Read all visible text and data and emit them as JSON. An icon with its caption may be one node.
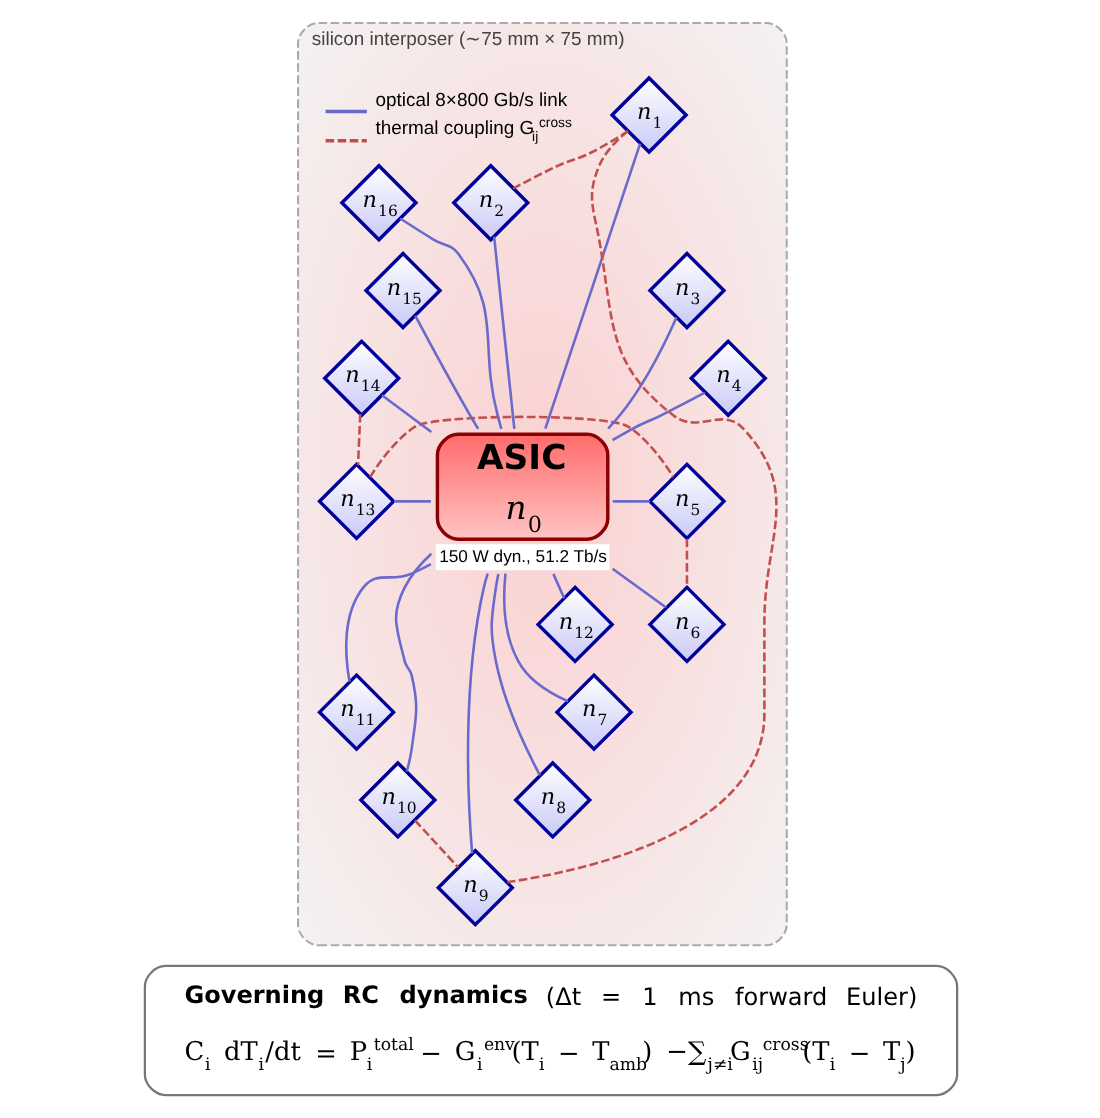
{
  "diagram": {
    "nodes": [
      {
        "text": [
          "silicon interposer (∼75 mm × 75 mm)"
        ]
      },
      {
        "text": [
          "ASIC",
          "n$_{0}$"
        ],
        "beside": [
          "150 W dyn., 51.2 Tb/s"
        ],
        "in": 0
      },
      {
        "text": [
          "n$_{1}$"
        ],
        "in": 0
      },
      {
        "text": [
          "n$_{2}$"
        ],
        "in": 0
      },
      {
        "text": [
          "n$_{3}$"
        ],
        "in": 0
      },
      {
        "text": [
          "n$_{4}$"
        ],
        "in": 0
      },
      {
        "text": [
          "n$_{5}$"
        ],
        "in": 0
      },
      {
        "text": [
          "n$_{6}$"
        ],
        "in": 0
      },
      {
        "text": [
          "n$_{7}$"
        ],
        "in": 0
      },
      {
        "text": [
          "n$_{8}$"
        ],
        "in": 0
      },
      {
        "text": [
          "n$_{9}$"
        ],
        "in": 0
      },
      {
        "text": [
          "n$_{10}$"
        ],
        "in": 0
      },
      {
        "text": [
          "n$_{11}$"
        ],
        "in": 0
      },
      {
        "text": [
          "n$_{12}$"
        ],
        "in": 0
      },
      {
        "text": [
          "n$_{13}$"
        ],
        "in": 0
      },
      {
        "text": [
          "n$_{14}$"
        ],
        "in": 0
      },
      {
        "text": [
          "n$_{15}$"
        ],
        "in": 0
      },
      {
        "text": [
          "n$_{16}$"
        ],
        "in": 0
      },
      {
        "text": [
          "**Governing RC dynamics** (Δt = 1 ms forward Euler)",
          "C$_{i}$ dT$_{i}$/dt = P$_{i}$$^{total}$ − G$_{i}$$^{env}$(T$_{i}$ − T$_{amb}$) −∑$_{j≠i}$G$_{ij}$$^{cross}$(T$_{i}$ − T$_{j}$)"
        ]
      }
    ],
    "edges": [
      {
        "from": 14,
        "to": 1,
        "arrow": "none"
      },
      {
        "from": 5,
        "to": 1,
        "arrow": "none"
      },
      {
        "from": 4,
        "to": 1,
        "arrow": "none"
      },
      {
        "from": 3,
        "to": 1,
        "arrow": "none"
      },
      {
        "from": 2,
        "to": 1,
        "arrow": "none"
      },
      {
        "from": 17,
        "to": 1,
        "arrow": "none"
      },
      {
        "from": 16,
        "to": 1,
        "arrow": "none"
      },
      {
        "from": 15,
        "to": 1,
        "arrow": "none"
      },
      {
        "from": 1,
        "to": 13,
        "arrow": "none"
      },
      {
        "from": 1,
        "to": 12,
        "arrow": "none"
      },
      {
        "from": 1,
        "to": 11,
        "arrow": "none"
      },
      {
        "from": 1,
        "to": 10,
        "arrow": "none"
      },
      {
        "from": 1,
        "to": 9,
        "arrow": "none"
      },
      {
        "from": 1,
        "to": 8,
        "arrow": "none"
      },
      {
        "from": 1,
        "to": 7,
        "arrow": "none"
      },
      {
        "from": 1,
        "to": 6,
        "arrow": "none"
      },
      {
        "from": 15,
        "to": 14,
        "arrow": "none",
        "style": "dashed",
        "color": "#c0504d"
      },
      {
        "from": 2,
        "to": 3,
        "arrow": "none",
        "style": "dashed",
        "color": "#c0504d"
      },
      {
        "from": 14,
        "to": 6,
        "arrow": "none",
        "style": "dashed",
        "color": "#c0504d"
      },
      {
        "from": 6,
        "to": 7,
        "arrow": "none",
        "style": "dashed",
        "color": "#c0504d"
      },
      {
        "from": 11,
        "to": 10,
        "arrow": "none",
        "style": "dashed",
        "color": "#c0504d"
      },
      {
        "from": 2,
        "to": 10,
        "arrow": "none",
        "style": "dashed",
        "color": "#c0504d"
      }
    ],
    "legend": [
      {
        "text": "optical 8×800 Gb/s link"
      },
      {
        "text": "thermal coupling G$_{ij}$$^{cross}$"
      }
    ]
  }
}
